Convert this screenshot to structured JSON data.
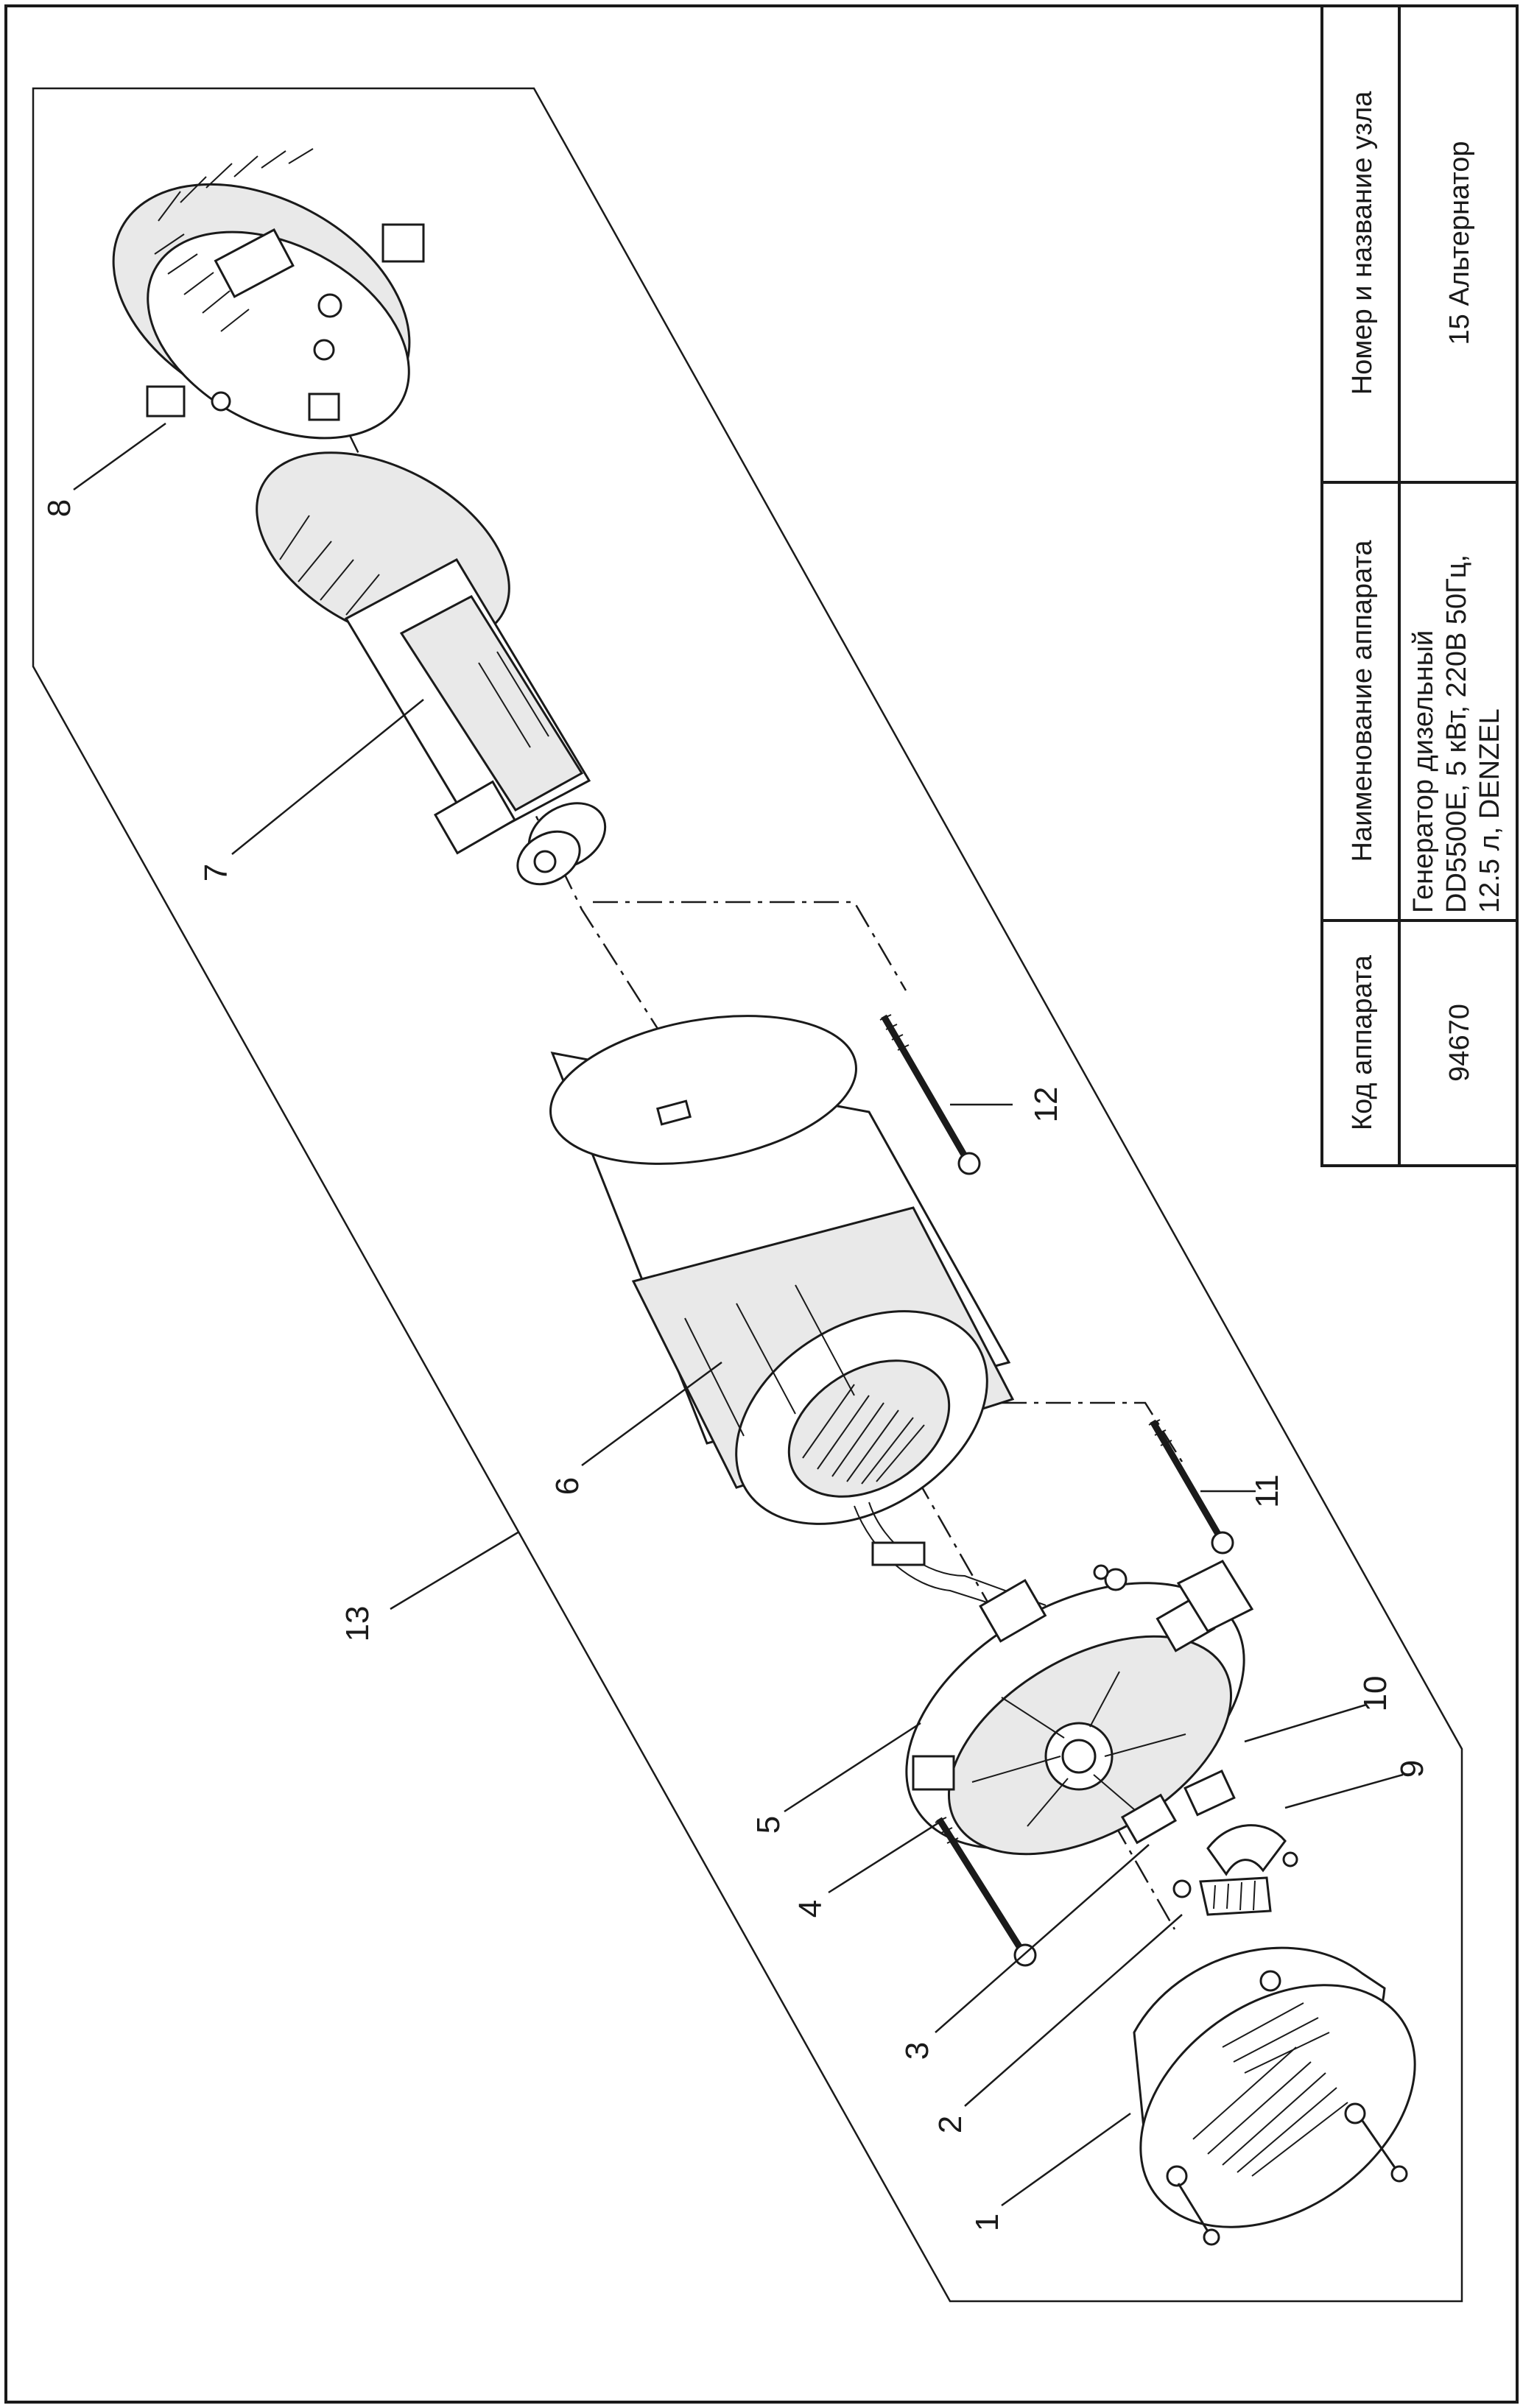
{
  "title_block": {
    "headers": {
      "code": "Код аппарата",
      "name": "Наименование аппарата",
      "assembly": "Номер и название узла"
    },
    "values": {
      "code": "94670",
      "name_lines": [
        "Генератор дизельный",
        "DD5500E, 5 кВт, 220В 50Гц,",
        "12.5 л, DENZEL"
      ],
      "assembly": "15 Альтернатор"
    }
  },
  "callouts": [
    "1",
    "2",
    "3",
    "4",
    "5",
    "6",
    "7",
    "8",
    "9",
    "10",
    "11",
    "12",
    "13"
  ]
}
